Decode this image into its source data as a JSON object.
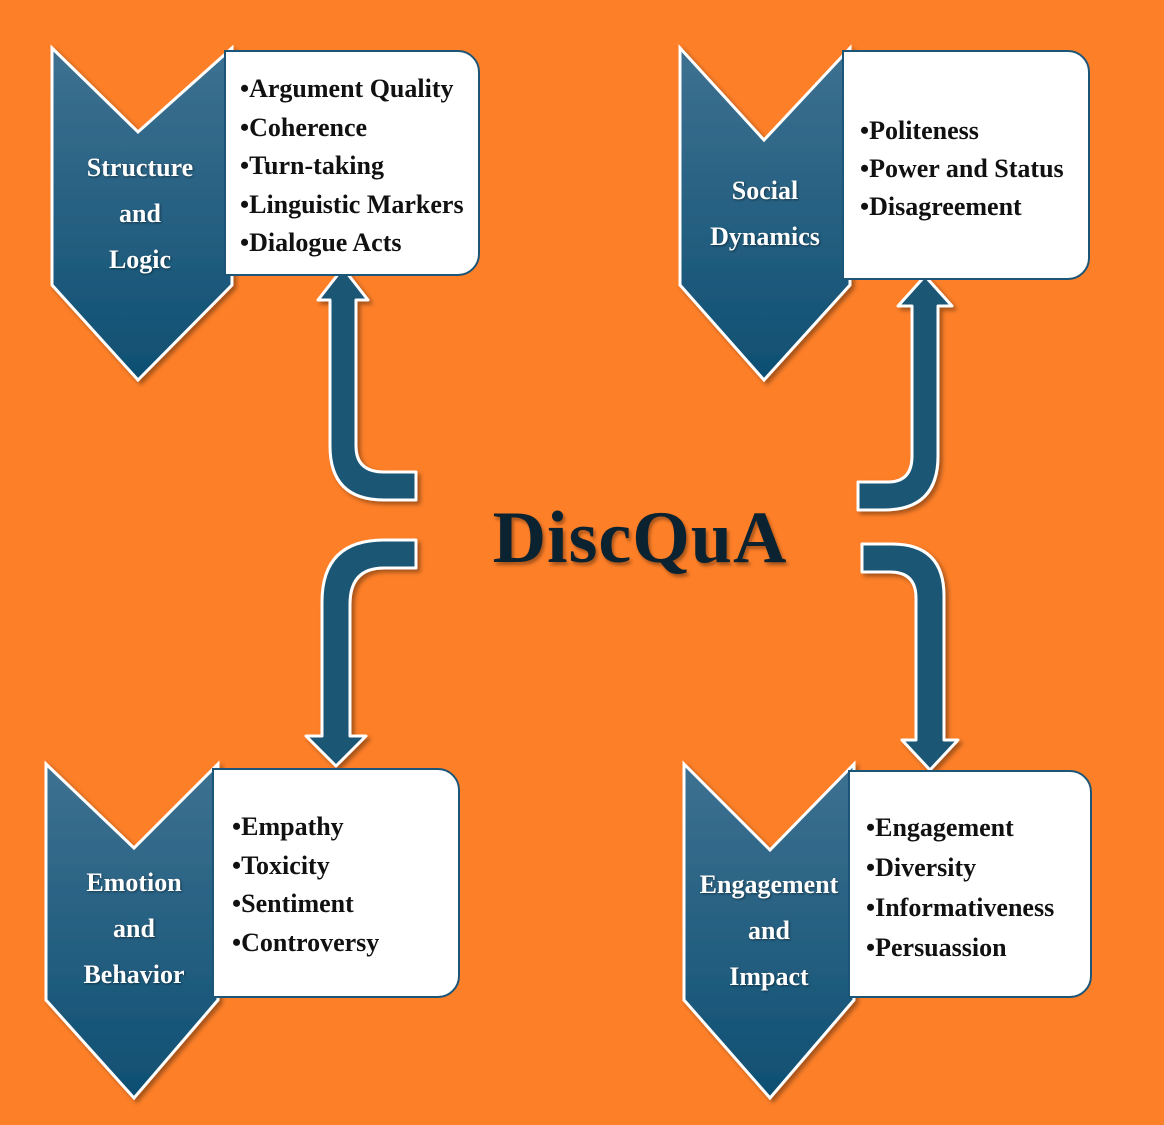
{
  "title": "DiscQuA",
  "colors": {
    "background": "#FD7F28",
    "chevron_top": "#3E7191",
    "chevron_bottom": "#0E4F72",
    "arrow_fill": "#1C5674",
    "card_fill": "#FFFFFF"
  },
  "categories": [
    {
      "id": "structure",
      "label": "Structure\nand\nLogic",
      "items": [
        "•Argument Quality",
        "•Coherence",
        "•Turn-taking",
        "•Linguistic Markers",
        "•Dialogue Acts"
      ]
    },
    {
      "id": "social",
      "label": "Social\nDynamics",
      "items": [
        "•Politeness",
        "•Power and Status",
        "•Disagreement"
      ]
    },
    {
      "id": "emotion",
      "label": "Emotion\nand\nBehavior",
      "items": [
        "•Empathy",
        "•Toxicity",
        "•Sentiment",
        "•Controversy"
      ]
    },
    {
      "id": "engagement",
      "label": "Engagement\nand\nImpact",
      "items": [
        "•Engagement",
        "•Diversity",
        "•Informativeness",
        "•Persuassion"
      ]
    }
  ]
}
